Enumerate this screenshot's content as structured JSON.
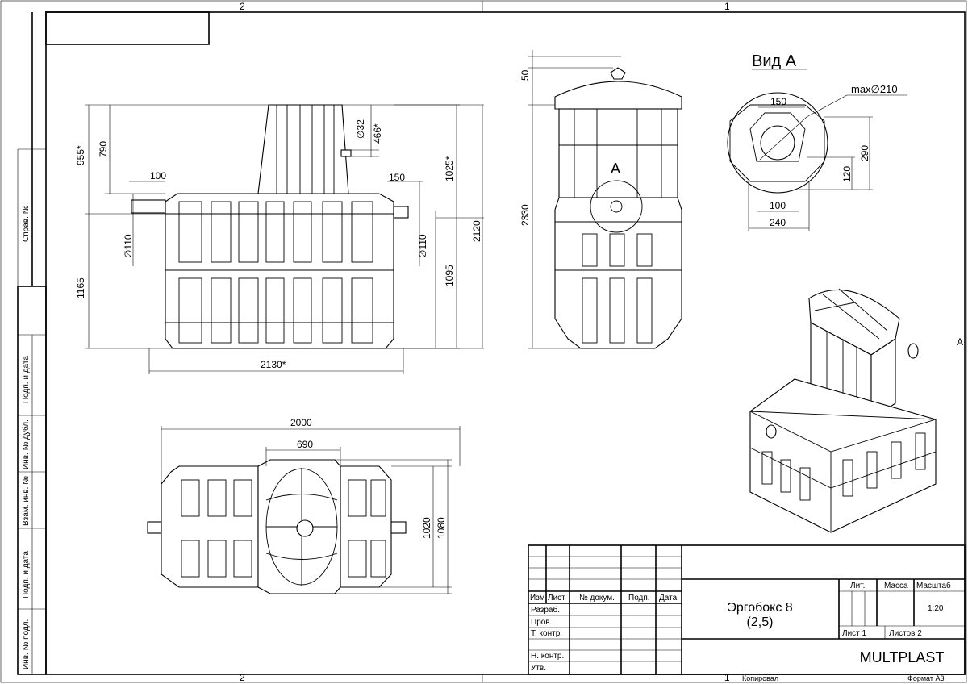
{
  "sheet": {
    "zone_top_left": "2",
    "zone_top_right": "1",
    "zone_bottom_left": "2",
    "zone_bottom_right": "1",
    "zone_side": "A",
    "format": "Формат А3",
    "copied": "Копировал"
  },
  "side_stamps": [
    "Справ. №",
    "Подп. и дата",
    "Инв. № дубл.",
    "Взам. инв. №",
    "Подп. и дата",
    "Инв. № подл."
  ],
  "title_block": {
    "headers": [
      "Изм.",
      "Лист",
      "№ докум.",
      "Подп.",
      "Дата"
    ],
    "roles": [
      "Разраб.",
      "Пров.",
      "Т. контр.",
      "Н. контр.",
      "Утв."
    ],
    "name_line1": "Эргобокс 8",
    "name_line2": "(2,5)",
    "lit_label": "Лит.",
    "mass_label": "Масса",
    "scale_label": "Масштаб",
    "scale_value": "1:20",
    "sheet_label": "Лист 1",
    "sheets_label": "Листов 2",
    "company": "MULTPLAST"
  },
  "front_view": {
    "dims": {
      "d955": "955*",
      "d790": "790",
      "d100": "100",
      "d32": "∅32",
      "d466": "466*",
      "d150": "150",
      "d1025": "1025*",
      "d110_left": "∅110",
      "d110_right": "∅110",
      "d2120": "2120",
      "d1165": "1165",
      "d1095": "1095",
      "d2130": "2130*"
    }
  },
  "side_view": {
    "dims": {
      "d50": "50",
      "d2330": "2330"
    },
    "section_mark": "A"
  },
  "view_a": {
    "title": "Вид А",
    "dims": {
      "dmax": "max∅210",
      "d150": "150",
      "d290": "290",
      "d120": "120",
      "d100": "100",
      "d240": "240"
    }
  },
  "top_view": {
    "dims": {
      "d2000": "2000",
      "d690": "690",
      "d1020": "1020",
      "d1080": "1080"
    }
  }
}
